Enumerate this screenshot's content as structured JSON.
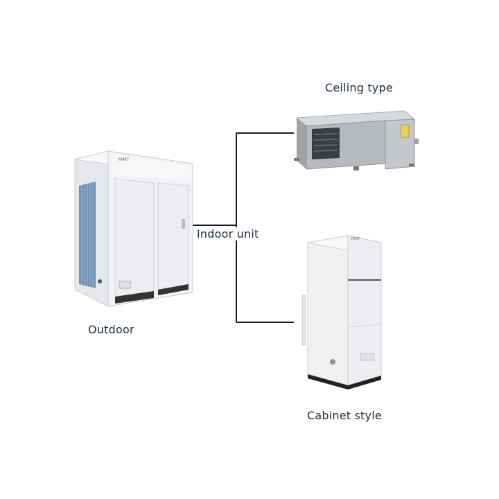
{
  "labels": {
    "ceiling": "Ceiling type",
    "indoor": "Indoor unit",
    "outdoor": "Outdoor",
    "cabinet": "Cabinet style"
  },
  "colors": {
    "line": "#1a1a1a",
    "text": "#1c2b45",
    "panel_white": "#f2f3f5",
    "panel_shadow": "#d9dce1",
    "metal": "#b9bdc2",
    "metal_dark": "#8e9297",
    "coil_blue": "#6f8fb3"
  },
  "icons": [
    "outdoor-unit-image",
    "ceiling-duct-unit-image",
    "cabinet-unit-image"
  ]
}
